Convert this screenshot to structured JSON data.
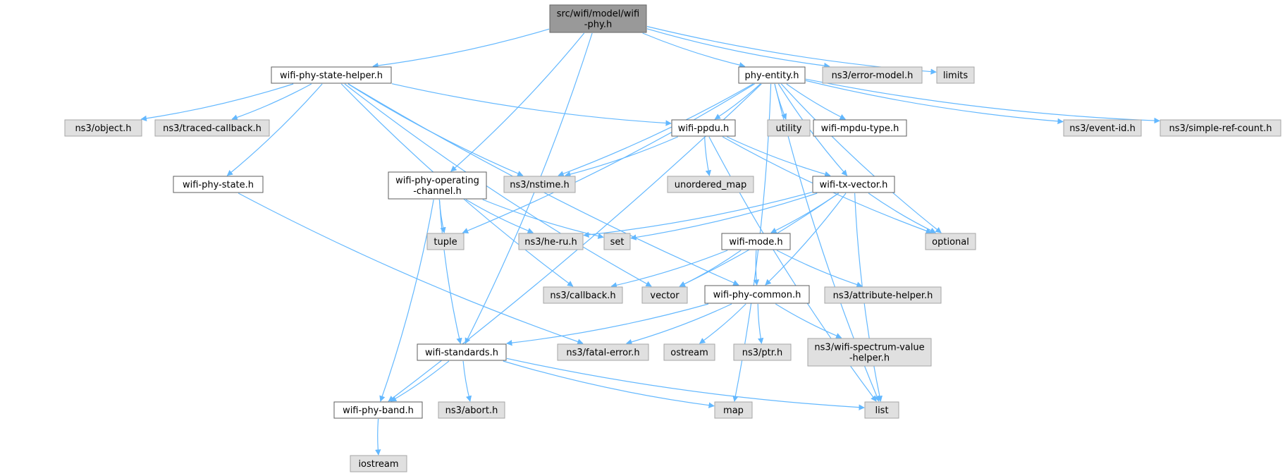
{
  "diagram": {
    "colors": {
      "edge": "#63b8ff",
      "root_fill": "#999999",
      "project_fill": "#ffffff",
      "system_fill": "#e0e0e0"
    },
    "nodes": [
      {
        "id": "wifi-phy",
        "lines": [
          "src/wifi/model/wifi",
          "-phy.h"
        ],
        "kind": "root"
      },
      {
        "id": "wifi-phy-state-helper",
        "lines": [
          "wifi-phy-state-helper.h"
        ],
        "kind": "project"
      },
      {
        "id": "phy-entity",
        "lines": [
          "phy-entity.h"
        ],
        "kind": "project"
      },
      {
        "id": "error-model",
        "lines": [
          "ns3/error-model.h"
        ],
        "kind": "system"
      },
      {
        "id": "limits",
        "lines": [
          "limits"
        ],
        "kind": "system"
      },
      {
        "id": "object",
        "lines": [
          "ns3/object.h"
        ],
        "kind": "system"
      },
      {
        "id": "traced-callback",
        "lines": [
          "ns3/traced-callback.h"
        ],
        "kind": "system"
      },
      {
        "id": "wifi-ppdu",
        "lines": [
          "wifi-ppdu.h"
        ],
        "kind": "project"
      },
      {
        "id": "utility",
        "lines": [
          "utility"
        ],
        "kind": "system"
      },
      {
        "id": "wifi-mpdu-type",
        "lines": [
          "wifi-mpdu-type.h"
        ],
        "kind": "project"
      },
      {
        "id": "event-id",
        "lines": [
          "ns3/event-id.h"
        ],
        "kind": "system"
      },
      {
        "id": "simple-ref-count",
        "lines": [
          "ns3/simple-ref-count.h"
        ],
        "kind": "system"
      },
      {
        "id": "wifi-phy-state",
        "lines": [
          "wifi-phy-state.h"
        ],
        "kind": "project"
      },
      {
        "id": "wifi-phy-operating-channel",
        "lines": [
          "wifi-phy-operating",
          "-channel.h"
        ],
        "kind": "project"
      },
      {
        "id": "nstime",
        "lines": [
          "ns3/nstime.h"
        ],
        "kind": "system"
      },
      {
        "id": "unordered-map",
        "lines": [
          "unordered_map"
        ],
        "kind": "system"
      },
      {
        "id": "wifi-tx-vector",
        "lines": [
          "wifi-tx-vector.h"
        ],
        "kind": "project"
      },
      {
        "id": "tuple",
        "lines": [
          "tuple"
        ],
        "kind": "system"
      },
      {
        "id": "he-ru",
        "lines": [
          "ns3/he-ru.h"
        ],
        "kind": "system"
      },
      {
        "id": "set",
        "lines": [
          "set"
        ],
        "kind": "system"
      },
      {
        "id": "optional",
        "lines": [
          "optional"
        ],
        "kind": "system"
      },
      {
        "id": "wifi-mode",
        "lines": [
          "wifi-mode.h"
        ],
        "kind": "project"
      },
      {
        "id": "callback",
        "lines": [
          "ns3/callback.h"
        ],
        "kind": "system"
      },
      {
        "id": "vector",
        "lines": [
          "vector"
        ],
        "kind": "system"
      },
      {
        "id": "wifi-phy-common",
        "lines": [
          "wifi-phy-common.h"
        ],
        "kind": "project"
      },
      {
        "id": "attribute-helper",
        "lines": [
          "ns3/attribute-helper.h"
        ],
        "kind": "system"
      },
      {
        "id": "wifi-standards",
        "lines": [
          "wifi-standards.h"
        ],
        "kind": "project"
      },
      {
        "id": "fatal-error",
        "lines": [
          "ns3/fatal-error.h"
        ],
        "kind": "system"
      },
      {
        "id": "ostream",
        "lines": [
          "ostream"
        ],
        "kind": "system"
      },
      {
        "id": "ptr",
        "lines": [
          "ns3/ptr.h"
        ],
        "kind": "system"
      },
      {
        "id": "wifi-spectrum-value-helper",
        "lines": [
          "ns3/wifi-spectrum-value",
          "-helper.h"
        ],
        "kind": "system"
      },
      {
        "id": "wifi-phy-band",
        "lines": [
          "wifi-phy-band.h"
        ],
        "kind": "project"
      },
      {
        "id": "abort",
        "lines": [
          "ns3/abort.h"
        ],
        "kind": "system"
      },
      {
        "id": "map",
        "lines": [
          "map"
        ],
        "kind": "system"
      },
      {
        "id": "list",
        "lines": [
          "list"
        ],
        "kind": "system"
      },
      {
        "id": "iostream",
        "lines": [
          "iostream"
        ],
        "kind": "system"
      }
    ],
    "edges": [
      [
        "wifi-phy",
        "wifi-phy-state-helper"
      ],
      [
        "wifi-phy",
        "phy-entity"
      ],
      [
        "wifi-phy",
        "error-model"
      ],
      [
        "wifi-phy",
        "limits"
      ],
      [
        "wifi-phy",
        "wifi-phy-operating-channel"
      ],
      [
        "wifi-phy",
        "wifi-standards"
      ],
      [
        "wifi-phy-state-helper",
        "object"
      ],
      [
        "wifi-phy-state-helper",
        "traced-callback"
      ],
      [
        "wifi-phy-state-helper",
        "wifi-ppdu"
      ],
      [
        "wifi-phy-state-helper",
        "wifi-phy-state"
      ],
      [
        "wifi-phy-state-helper",
        "nstime"
      ],
      [
        "wifi-phy-state-helper",
        "callback"
      ],
      [
        "wifi-phy-state-helper",
        "vector"
      ],
      [
        "wifi-phy-state-helper",
        "wifi-phy-common"
      ],
      [
        "phy-entity",
        "wifi-ppdu"
      ],
      [
        "phy-entity",
        "utility"
      ],
      [
        "phy-entity",
        "wifi-mpdu-type"
      ],
      [
        "phy-entity",
        "event-id"
      ],
      [
        "phy-entity",
        "simple-ref-count"
      ],
      [
        "phy-entity",
        "nstime"
      ],
      [
        "phy-entity",
        "wifi-tx-vector"
      ],
      [
        "phy-entity",
        "optional"
      ],
      [
        "phy-entity",
        "tuple"
      ],
      [
        "phy-entity",
        "wifi-phy-band"
      ],
      [
        "phy-entity",
        "map"
      ],
      [
        "phy-entity",
        "list"
      ],
      [
        "wifi-ppdu",
        "nstime"
      ],
      [
        "wifi-ppdu",
        "unordered-map"
      ],
      [
        "wifi-ppdu",
        "wifi-tx-vector"
      ],
      [
        "wifi-ppdu",
        "optional"
      ],
      [
        "wifi-ppdu",
        "list"
      ],
      [
        "wifi-phy-state",
        "fatal-error"
      ],
      [
        "wifi-phy-operating-channel",
        "tuple"
      ],
      [
        "wifi-phy-operating-channel",
        "he-ru"
      ],
      [
        "wifi-phy-operating-channel",
        "set"
      ],
      [
        "wifi-phy-operating-channel",
        "wifi-standards"
      ],
      [
        "wifi-phy-operating-channel",
        "wifi-phy-band"
      ],
      [
        "wifi-tx-vector",
        "he-ru"
      ],
      [
        "wifi-tx-vector",
        "set"
      ],
      [
        "wifi-tx-vector",
        "optional"
      ],
      [
        "wifi-tx-vector",
        "wifi-mode"
      ],
      [
        "wifi-tx-vector",
        "vector"
      ],
      [
        "wifi-tx-vector",
        "wifi-phy-common"
      ],
      [
        "wifi-tx-vector",
        "list"
      ],
      [
        "wifi-mode",
        "callback"
      ],
      [
        "wifi-mode",
        "vector"
      ],
      [
        "wifi-mode",
        "wifi-phy-common"
      ],
      [
        "wifi-mode",
        "attribute-helper"
      ],
      [
        "wifi-phy-common",
        "wifi-standards"
      ],
      [
        "wifi-phy-common",
        "fatal-error"
      ],
      [
        "wifi-phy-common",
        "ostream"
      ],
      [
        "wifi-phy-common",
        "ptr"
      ],
      [
        "wifi-phy-common",
        "wifi-spectrum-value-helper"
      ],
      [
        "wifi-standards",
        "wifi-phy-band"
      ],
      [
        "wifi-standards",
        "abort"
      ],
      [
        "wifi-standards",
        "map"
      ],
      [
        "wifi-standards",
        "list"
      ],
      [
        "wifi-phy-band",
        "iostream"
      ]
    ]
  }
}
